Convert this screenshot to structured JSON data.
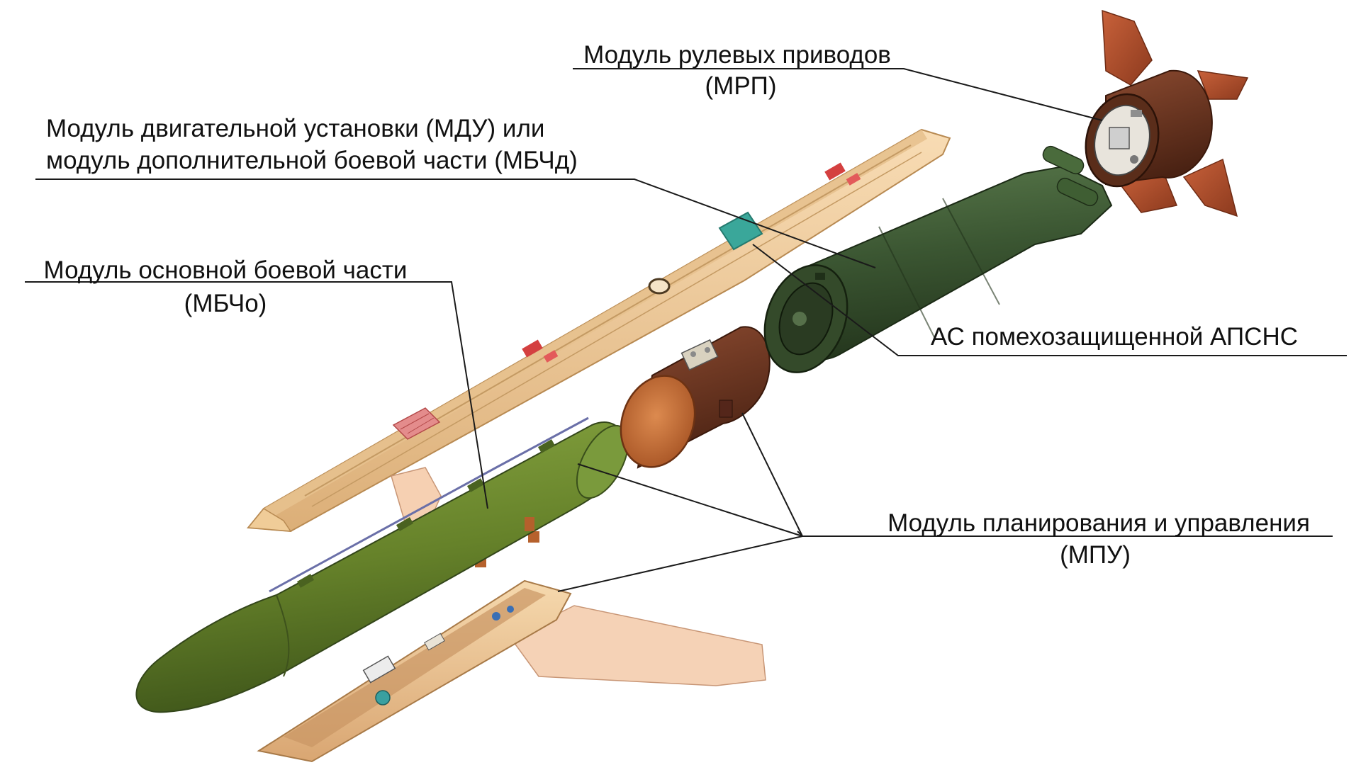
{
  "labels": {
    "mrp": {
      "line1": "Модуль рулевых приводов",
      "line2": "(МРП)"
    },
    "mdu": {
      "line1": "Модуль двигательной установки (МДУ) или",
      "line2": "модуль дополнительной боевой части (МБЧд)"
    },
    "mbcho": {
      "line1": "Модуль основной боевой части",
      "line2": "(МБЧо)"
    },
    "as": {
      "line1": "АС помехозащищенной АПСНС"
    },
    "mpu": {
      "line1": "Модуль планирования и управления",
      "line2": "(МПУ)"
    }
  },
  "colors": {
    "background": "#ffffff",
    "leader": "#1a1a1a",
    "wing_beige": "#f3d3a6",
    "warhead_green": "#6e8a2e",
    "engine_green": "#3d5a34",
    "brown_module": "#6b3320",
    "copper_face": "#c8713a",
    "fin_red": "#b04a2a",
    "teal_panel": "#3aa79a"
  }
}
